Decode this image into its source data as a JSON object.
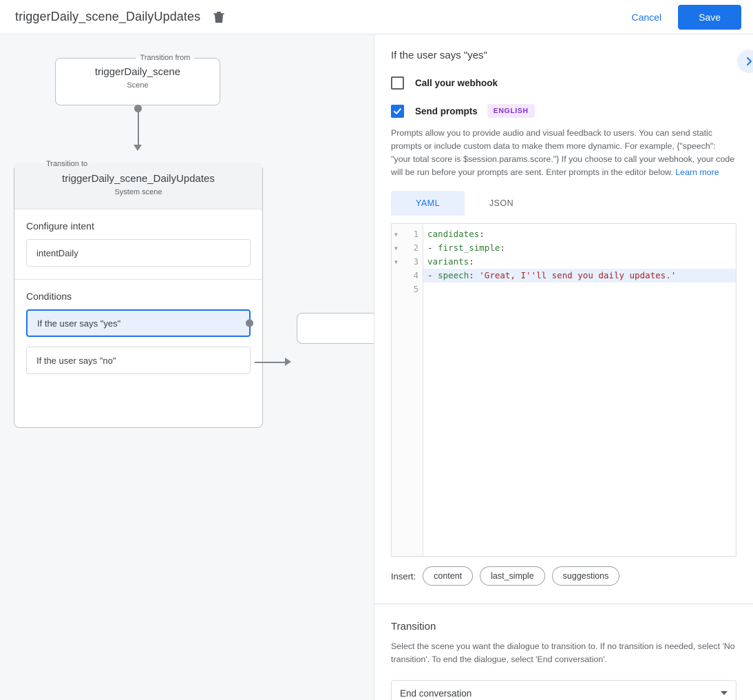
{
  "topbar": {
    "title": "triggerDaily_scene_DailyUpdates",
    "delete_icon": "trash-icon",
    "cancel_label": "Cancel",
    "save_label": "Save"
  },
  "canvas": {
    "from_node": {
      "legend": "Transition from",
      "title": "triggerDaily_scene",
      "subtitle": "Scene"
    },
    "to_node": {
      "legend": "Transition to",
      "title": "triggerDaily_scene_DailyUpdates",
      "subtitle": "System scene"
    },
    "intent_section": {
      "label": "Configure intent",
      "value": "intentDaily"
    },
    "conditions_section": {
      "label": "Conditions",
      "items": [
        {
          "label": "If the user says \"yes\"",
          "selected": true
        },
        {
          "label": "If the user says \"no\"",
          "selected": false
        }
      ]
    }
  },
  "panel": {
    "title": "If the user says \"yes\"",
    "expand_icon": "chevron-right-icon",
    "webhook": {
      "label": "Call your webhook",
      "checked": false
    },
    "prompts": {
      "label": "Send prompts",
      "checked": true,
      "language_badge": "ENGLISH",
      "description": "Prompts allow you to provide audio and visual feedback to users. You can send static prompts or include custom data to make them more dynamic. For example, {\"speech\": \"your total score is $session.params.score.\"} If you choose to call your webhook, your code will be run before your prompts are sent. Enter prompts in the editor below.",
      "learn_more": "Learn more"
    },
    "editor_tabs": [
      {
        "label": "YAML",
        "active": true
      },
      {
        "label": "JSON",
        "active": false
      }
    ],
    "editor": {
      "lines": [
        {
          "number": "1",
          "fold": "▼",
          "highlighted": false,
          "segments": [
            {
              "cls": "k",
              "text": "candidates"
            },
            {
              "cls": "p",
              "text": ":"
            }
          ]
        },
        {
          "number": "2",
          "fold": "▼",
          "highlighted": false,
          "segments": [
            {
              "cls": "p",
              "text": "  - "
            },
            {
              "cls": "k",
              "text": "first_simple"
            },
            {
              "cls": "p",
              "text": ":"
            }
          ]
        },
        {
          "number": "3",
          "fold": "▼",
          "highlighted": false,
          "segments": [
            {
              "cls": "p",
              "text": "      "
            },
            {
              "cls": "k",
              "text": "variants"
            },
            {
              "cls": "p",
              "text": ":"
            }
          ]
        },
        {
          "number": "4",
          "fold": "",
          "highlighted": true,
          "segments": [
            {
              "cls": "p",
              "text": "        - "
            },
            {
              "cls": "k",
              "text": "speech"
            },
            {
              "cls": "p",
              "text": ": "
            },
            {
              "cls": "s",
              "text": "'Great, I''ll send you daily updates.'"
            }
          ]
        },
        {
          "number": "5",
          "fold": "",
          "highlighted": false,
          "segments": []
        }
      ]
    },
    "insert": {
      "label": "Insert:",
      "chips": [
        "content",
        "last_simple",
        "suggestions"
      ]
    },
    "transition": {
      "title": "Transition",
      "description": "Select the scene you want the dialogue to transition to. If no transition is needed, select 'No transition'. To end the dialogue, select 'End conversation'.",
      "selected": "End conversation"
    }
  },
  "colors": {
    "accent": "#1a73e8",
    "accent_light": "#e8f0fe",
    "badge_purple": "#8430ce",
    "canvas_bg": "#f6f7f9"
  }
}
